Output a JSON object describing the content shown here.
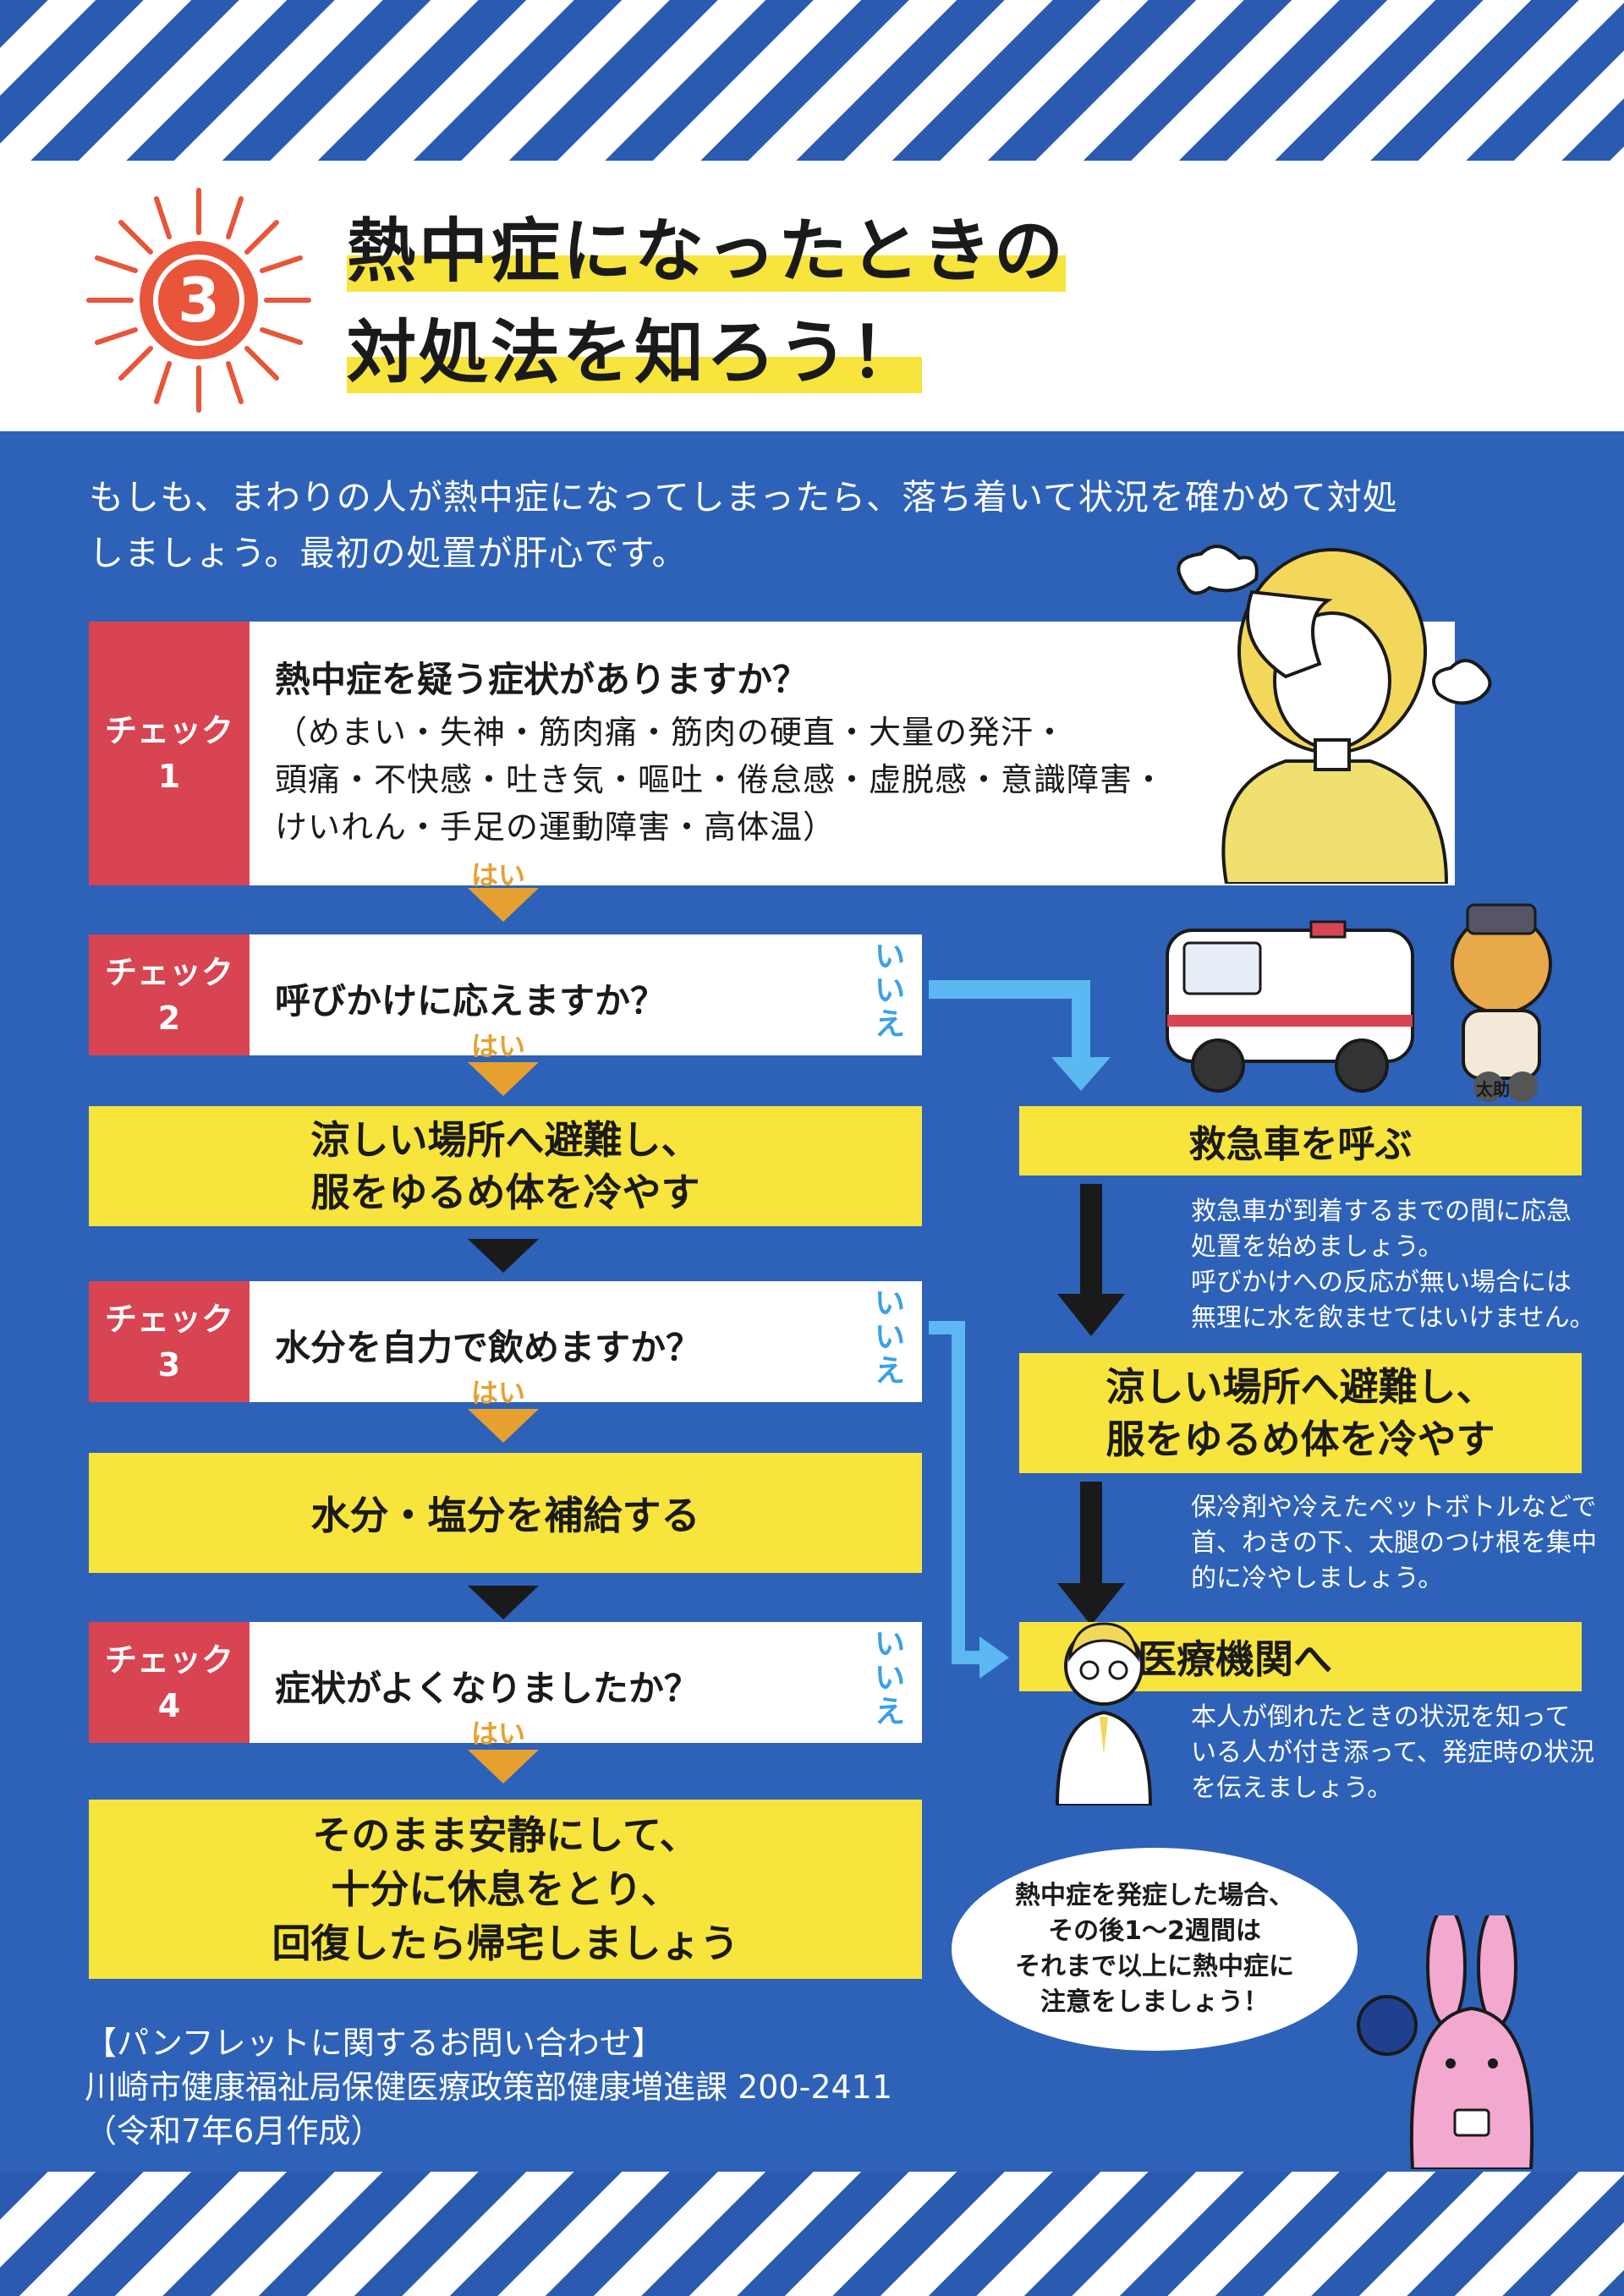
{
  "header": {
    "number": "3",
    "title_line1": "熱中症になったときの",
    "title_line2": "対処法を知ろう！"
  },
  "intro": {
    "line1": "もしも、まわりの人が熱中症になってしまったら、落ち着いて状況を確かめて対処",
    "line2": "しましょう。最初の処置が肝心です。"
  },
  "flow": {
    "check1": {
      "tag_top": "チェック",
      "tag_num": "1",
      "question": "熱中症を疑う症状がありますか？",
      "symptoms1": "（めまい・失神・筋肉痛・筋肉の硬直・大量の発汗・",
      "symptoms2": "頭痛・不快感・吐き気・嘔吐・倦怠感・虚脱感・意識障害・",
      "symptoms3": "けいれん・手足の運動障害・高体温）"
    },
    "check2": {
      "tag_top": "チェック",
      "tag_num": "2",
      "question": "呼びかけに応えますか？"
    },
    "action1_line1": "涼しい場所へ避難し、",
    "action1_line2": "服をゆるめ体を冷やす",
    "check3": {
      "tag_top": "チェック",
      "tag_num": "3",
      "question": "水分を自力で飲めますか？"
    },
    "action2": "水分・塩分を補給する",
    "check4": {
      "tag_top": "チェック",
      "tag_num": "4",
      "question": "症状がよくなりましたか？"
    },
    "final_line1": "そのまま安静にして、",
    "final_line2": "十分に休息をとり、",
    "final_line3": "回復したら帰宅しましょう",
    "yes": "はい",
    "no": "いいえ"
  },
  "right": {
    "ambulance": "救急車を呼ぶ",
    "ambulance_note1": "救急車が到着するまでの間に応急",
    "ambulance_note2": "処置を始めましょう。",
    "ambulance_note3": "呼びかけへの反応が無い場合には",
    "ambulance_note4": "無理に水を飲ませてはいけません。",
    "cool_line1": "涼しい場所へ避難し、",
    "cool_line2": "服をゆるめ体を冷やす",
    "cool_note1": "保冷剤や冷えたペットボトルなどで",
    "cool_note2": "首、わきの下、太腿のつけ根を集中",
    "cool_note3": "的に冷やしましょう。",
    "medical": "医療機関へ",
    "medical_note1": "本人が倒れたときの状況を知って",
    "medical_note2": "いる人が付き添って、発症時の状況",
    "medical_note3": "を伝えましょう。",
    "mascot_name": "太助"
  },
  "bubble": {
    "line1": "熱中症を発症した場合、",
    "line2": "その後1～2週間は",
    "line3": "それまで以上に熱中症に",
    "line4": "注意をしましょう！"
  },
  "footer": {
    "heading": "【パンフレットに関するお問い合わせ】",
    "dept": "川崎市健康福祉局保健医療政策部健康増進課 200-2411",
    "date": "（令和7年6月作成）"
  },
  "colors": {
    "blue": "#2d62b8",
    "yellow": "#f7e43c",
    "red": "#d84452",
    "orange": "#e6a030",
    "lightblue": "#5bb8f0"
  }
}
